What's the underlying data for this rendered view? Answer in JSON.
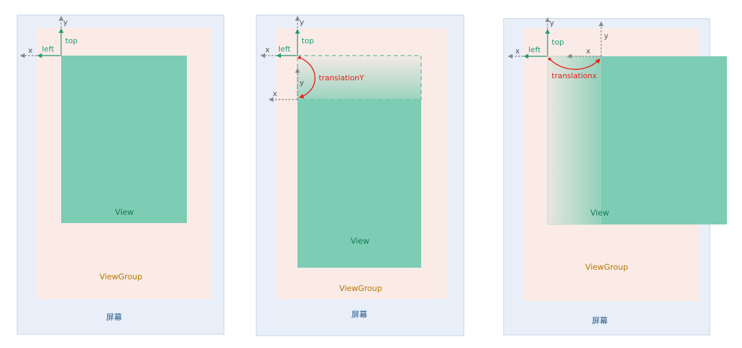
{
  "colors": {
    "screen_fill": "#e8eff9",
    "screen_stroke": "#c5d3e6",
    "viewgroup_fill": "#fbebe7",
    "view_fill": "#7dccb4",
    "view_text": "#157a55",
    "axis_gray": "#8a8a8a",
    "axis_text": "#555555",
    "coord_green": "#1f9e76",
    "viewgroup_text": "#b37700",
    "screen_text": "#2a5a8c",
    "translation_red": "#e8201a"
  },
  "labels": {
    "screen": "屏幕",
    "viewgroup": "ViewGroup",
    "view": "View",
    "axis_x": "x",
    "axis_y": "y",
    "left": "left",
    "top": "top",
    "translation_y": "translationY",
    "translation_x": "translationx"
  },
  "panels": [
    {
      "id": "original"
    },
    {
      "id": "translation-y"
    },
    {
      "id": "translation-x"
    }
  ]
}
